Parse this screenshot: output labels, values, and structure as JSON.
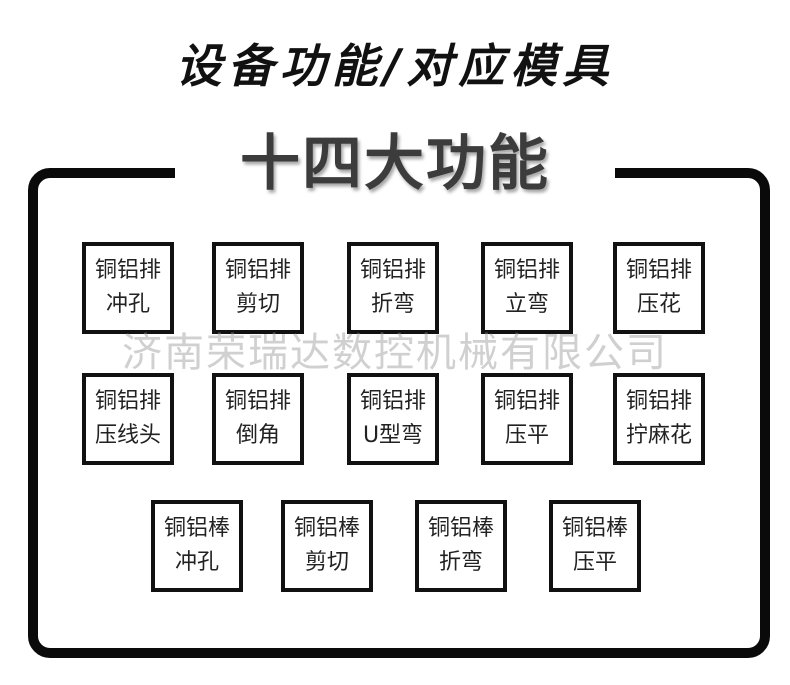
{
  "title": "设备功能/对应模具",
  "subtitle": "十四大功能",
  "watermark": "济南荣瑞达数控机械有限公司",
  "functions": [
    {
      "line1": "铜铝排",
      "line2": "冲孔"
    },
    {
      "line1": "铜铝排",
      "line2": "剪切"
    },
    {
      "line1": "铜铝排",
      "line2": "折弯"
    },
    {
      "line1": "铜铝排",
      "line2": "立弯"
    },
    {
      "line1": "铜铝排",
      "line2": "压花"
    },
    {
      "line1": "铜铝排",
      "line2": "压线头"
    },
    {
      "line1": "铜铝排",
      "line2": "倒角"
    },
    {
      "line1": "铜铝排",
      "line2": "U型弯"
    },
    {
      "line1": "铜铝排",
      "line2": "压平"
    },
    {
      "line1": "铜铝排",
      "line2": "拧麻花"
    },
    {
      "line1": "铜铝棒",
      "line2": "冲孔"
    },
    {
      "line1": "铜铝棒",
      "line2": "剪切"
    },
    {
      "line1": "铜铝棒",
      "line2": "折弯"
    },
    {
      "line1": "铜铝棒",
      "line2": "压平"
    }
  ]
}
